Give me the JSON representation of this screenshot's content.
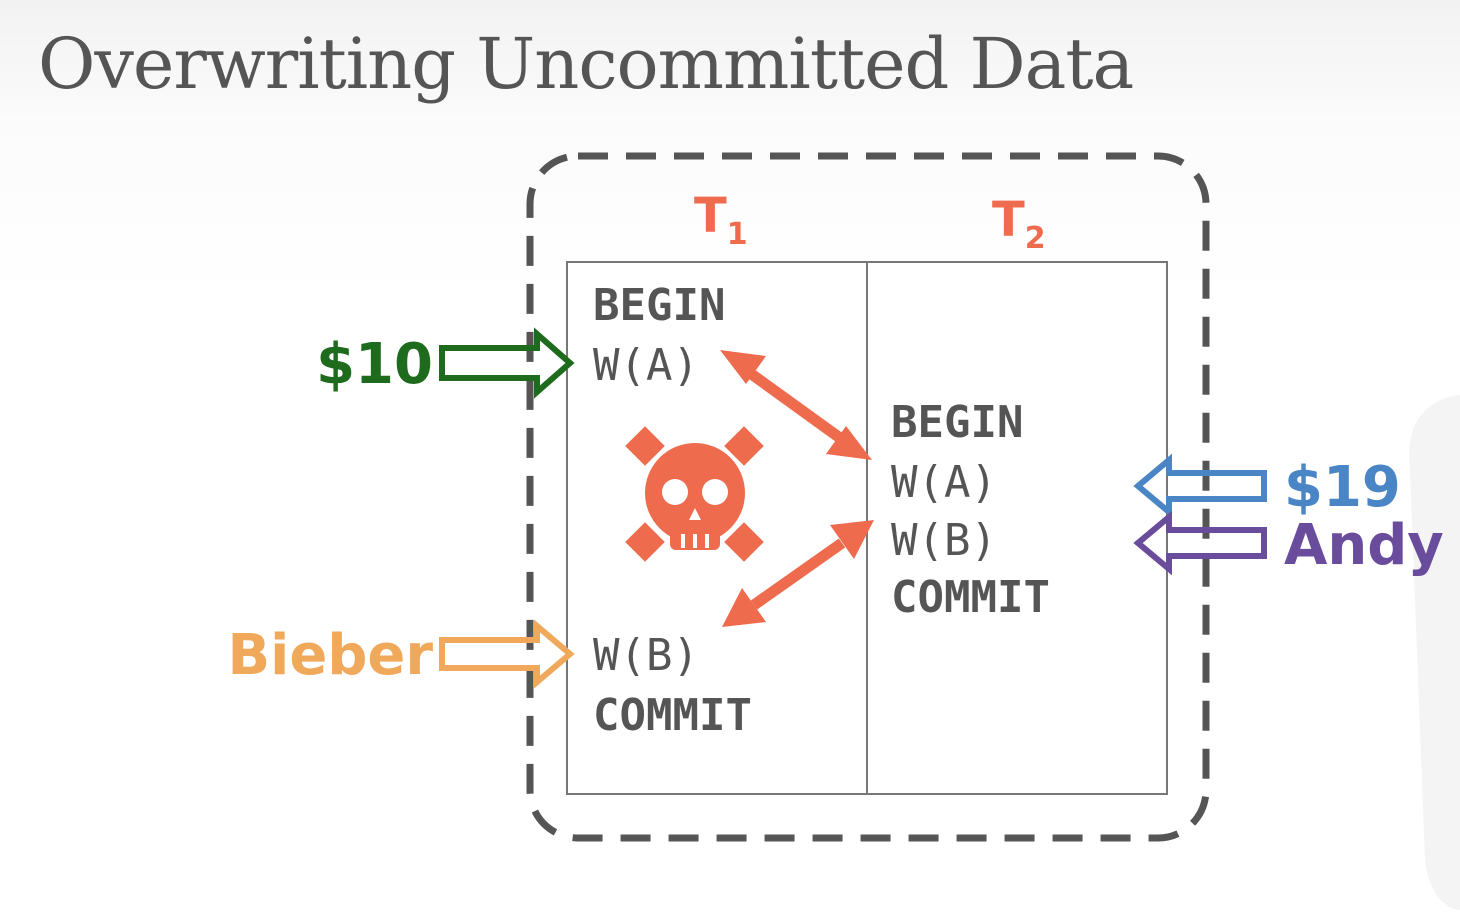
{
  "slide": {
    "title": "Overwriting Uncommitted Data"
  },
  "transactions": [
    {
      "label": "T",
      "subscript": "1",
      "ops": [
        "BEGIN",
        "W(A)",
        "W(B)",
        "COMMIT"
      ]
    },
    {
      "label": "T",
      "subscript": "2",
      "ops": [
        "BEGIN",
        "W(A)",
        "W(B)",
        "COMMIT"
      ]
    }
  ],
  "inputs": {
    "t1_write_a": {
      "value": "$10",
      "color": "#1e6b1e"
    },
    "t1_write_b": {
      "value": "Bieber",
      "color": "#f0a85a"
    },
    "t2_write_a": {
      "value": "$19",
      "color": "#4a86c5"
    },
    "t2_write_b": {
      "value": "Andy",
      "color": "#6a4c9c"
    }
  },
  "colors": {
    "conflict": "#ee6b4d",
    "schedule_border": "#555555",
    "table_border": "#777777",
    "text": "#555555"
  },
  "icons": {
    "conflict": "skull-crossbones-icon"
  }
}
